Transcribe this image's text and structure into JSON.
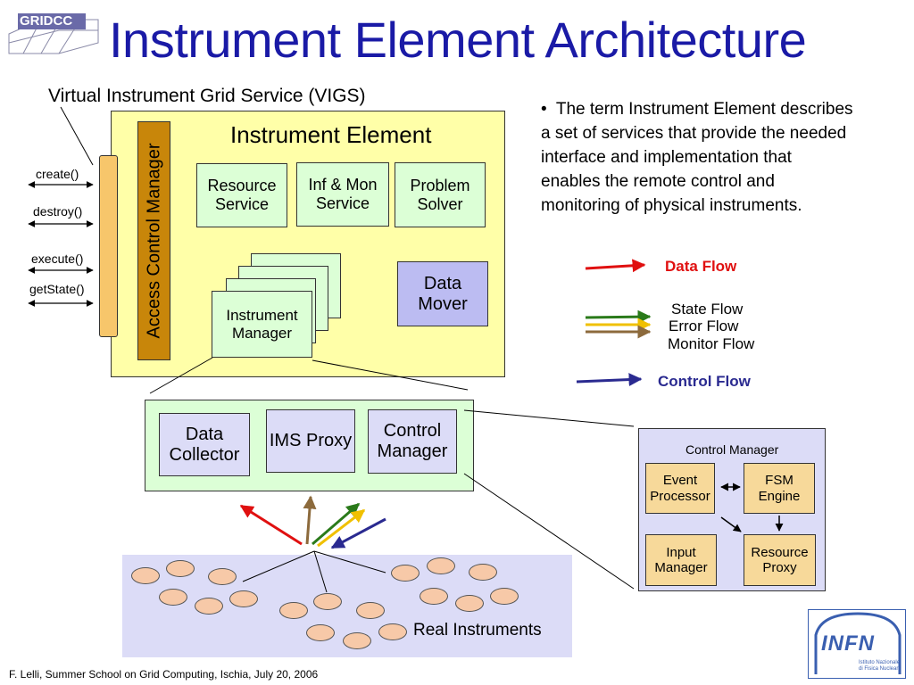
{
  "title": "Instrument Element Architecture",
  "logo_text": "GRIDCC",
  "vigs_label": "Virtual Instrument Grid Service (VIGS)",
  "instrument_element_label": "Instrument Element",
  "access_control_label": "Access Control Manager",
  "operations": [
    "create()",
    "destroy()",
    "execute()",
    "getState()"
  ],
  "ie_boxes": {
    "resource_service": "Resource Service",
    "inf_mon_service": "Inf & Mon Service",
    "problem_solver": "Problem Solver",
    "data_mover": "Data Mover",
    "instrument_manager": "Instrument Manager"
  },
  "components": {
    "data_collector": "Data Collector",
    "ims_proxy": "IMS Proxy",
    "control_manager": "Control Manager"
  },
  "real_instruments_label": "Real Instruments",
  "description": "The term Instrument Element describes a set of services that provide the needed interface and implementation that enables the remote control and monitoring of physical instruments.",
  "legend": {
    "data_flow": "Data Flow",
    "state_flow": "State Flow",
    "error_flow": "Error Flow",
    "monitor_flow": "Monitor Flow",
    "control_flow": "Control Flow"
  },
  "control_manager_detail": {
    "title": "Control Manager",
    "event_processor": "Event Processor",
    "fsm_engine": "FSM Engine",
    "input_manager": "Input Manager",
    "resource_proxy": "Resource Proxy"
  },
  "footer": "F. Lelli, Summer School on Grid Computing, Ischia, July 20, 2006",
  "infn_logo": {
    "text": "INFN",
    "subtitle": "Istituto Nazionale di Fisica Nucleare"
  },
  "colors": {
    "title": "#1a1aa6",
    "data_flow": "#e01010",
    "state_flow": "#2a7a1a",
    "error_flow": "#f0c000",
    "monitor_flow": "#8c6a3c",
    "control_flow": "#2a2a90",
    "instrument_element_bg": "#ffffa8",
    "component_bg": "#dcffd6",
    "instrument_area_bg": "#dcdcf7",
    "access_control_bg": "#c8860a"
  }
}
